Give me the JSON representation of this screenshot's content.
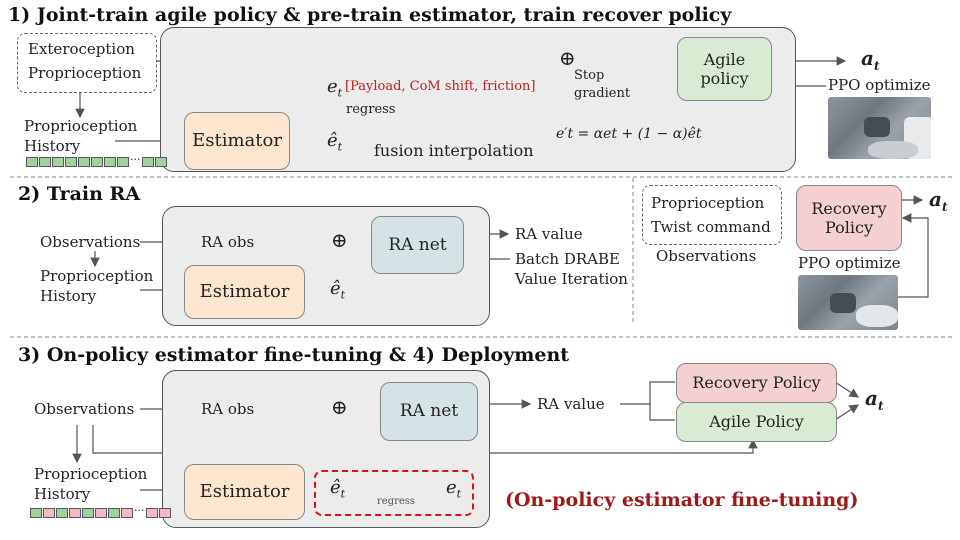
{
  "section1": {
    "heading": "1) Joint-train agile policy & pre-train estimator, train recover policy",
    "exteroception": "Exteroception",
    "proprioception": "Proprioception",
    "history_line1": "Proprioception",
    "history_line2": "History",
    "history_dots": "···",
    "estimator": "Estimator",
    "agile_line1": "Agile",
    "agile_line2": "policy",
    "output": "a",
    "output_sub": "t",
    "ppo": "PPO optimize",
    "e_t": "e",
    "e_sub": "t",
    "e_hat": "ê",
    "e_hat_sub": "t",
    "params": "[Payload, CoM shift, friction]",
    "regress": "regress",
    "stop_line1": "Stop",
    "stop_line2": "gradient",
    "fusion": "fusion interpolation",
    "formula": "e′t = αet + (1 − α)êt",
    "plus": "⊕"
  },
  "section2": {
    "heading": "2) Train RA",
    "observations": "Observations",
    "ra_obs": "RA obs",
    "history_line1": "Proprioception",
    "history_line2": "History",
    "estimator": "Estimator",
    "ra_net": "RA net",
    "ra_value": "RA value",
    "batch": "Batch DRABE",
    "value_iter": "Value Iteration",
    "e_hat": "ê",
    "e_hat_sub": "t",
    "plus": "⊕"
  },
  "section_recovery": {
    "proprioception": "Proprioception",
    "twist": "Twist command",
    "observations": "Observations",
    "recovery_line1": "Recovery",
    "recovery_line2": "Policy",
    "output": "a",
    "output_sub": "t",
    "ppo": "PPO optimize"
  },
  "section3": {
    "heading": "3) On-policy estimator fine-tuning & 4) Deployment",
    "observations": "Observations",
    "ra_obs": "RA obs",
    "ra_net": "RA net",
    "ra_value": "RA value",
    "history_line1": "Proprioception",
    "history_line2": "History",
    "history_dots": "···",
    "estimator": "Estimator",
    "e_hat": "ê",
    "e_hat_sub": "t",
    "e_t": "e",
    "e_sub": "t",
    "regress": "regress",
    "recovery_policy": "Recovery Policy",
    "agile_policy": "Agile Policy",
    "output": "a",
    "output_sub": "t",
    "finetune": "(On-policy estimator fine-tuning)",
    "plus": "⊕"
  },
  "colors": {
    "estimator": "#fde6cf",
    "agile": "#d9ecd3",
    "recovery": "#f4d0d2",
    "ra_net": "#d4e4e6",
    "highlight_red": "#b22222"
  }
}
